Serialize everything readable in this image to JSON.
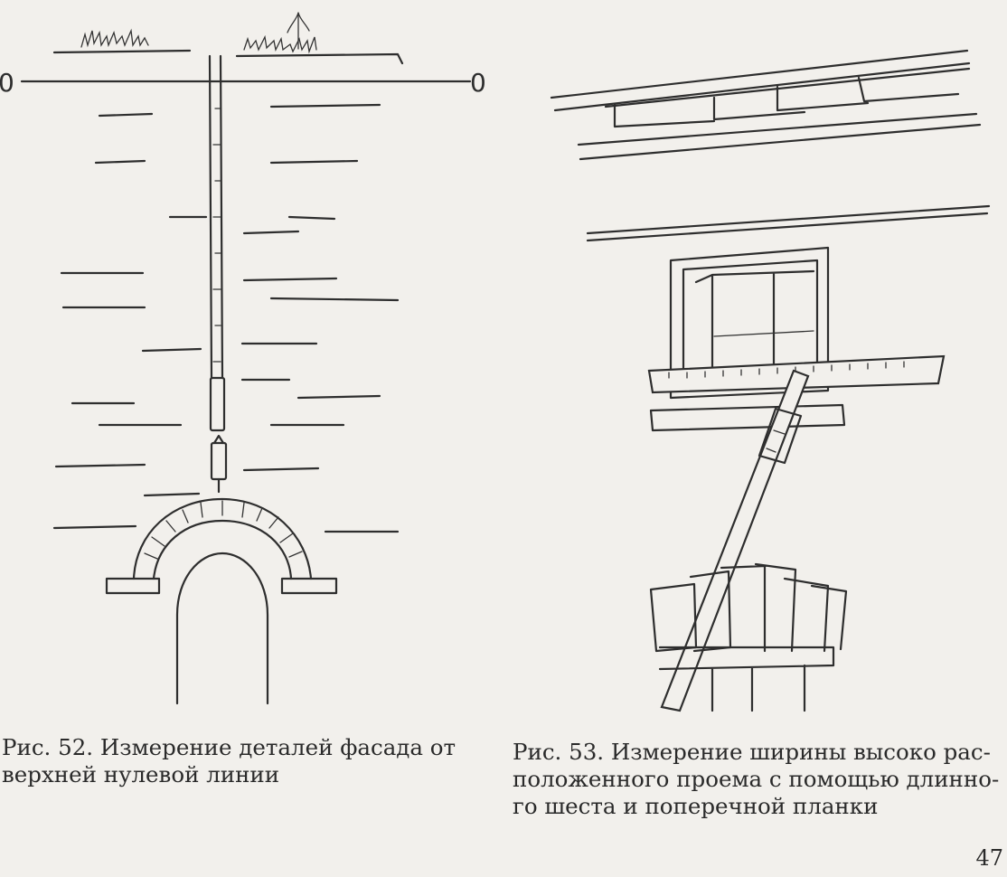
{
  "figure52": {
    "zero_label_left": "0",
    "zero_label_right": "0",
    "caption_lines": [
      "Рис. 52. Измерение деталей фасада от",
      "верхней нулевой линии"
    ]
  },
  "figure53": {
    "caption_lines": [
      "Рис. 53. Измерение ширины высоко рас-",
      "положенного проема с помощью длинно-",
      "го шеста и поперечной планки"
    ]
  },
  "page_number": "47"
}
